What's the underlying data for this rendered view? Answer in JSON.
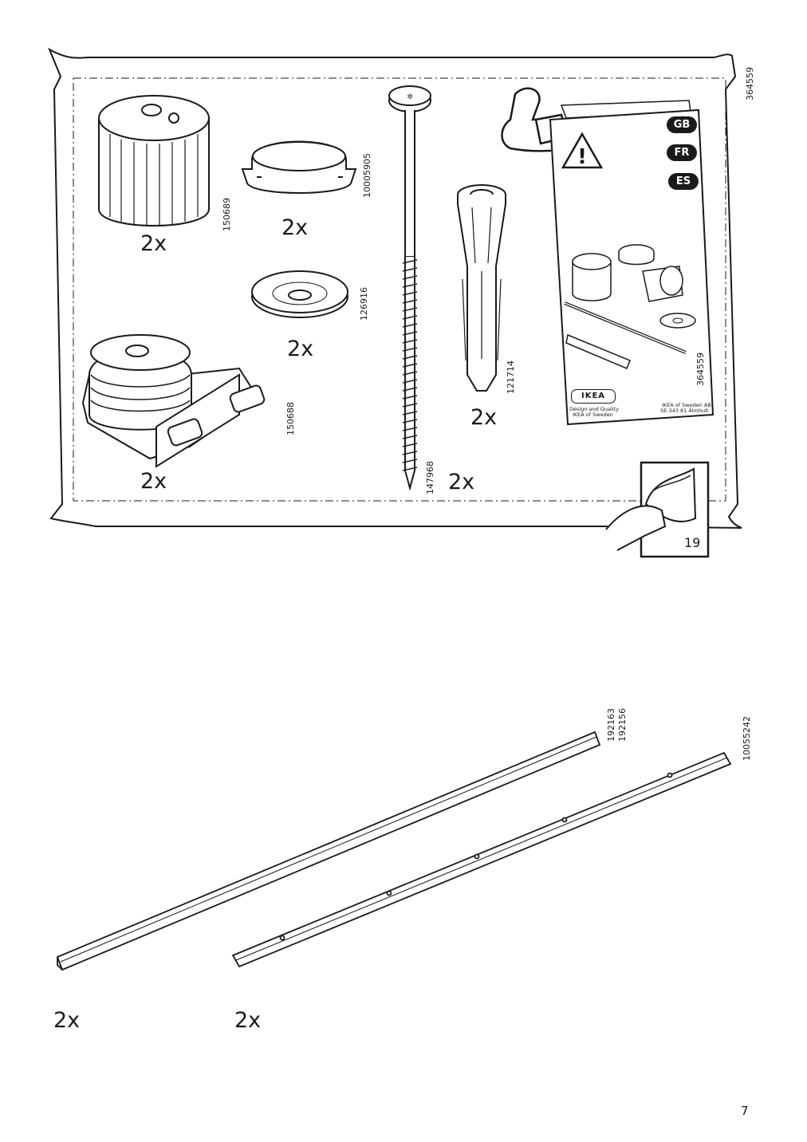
{
  "bag": {
    "items": [
      {
        "qty": "2x",
        "code": "150689"
      },
      {
        "qty": "2x",
        "code": "10005905"
      },
      {
        "qty": "2x",
        "code": "126916"
      },
      {
        "qty": "2x",
        "code": "150688"
      },
      {
        "qty": "2x",
        "code": "147968"
      },
      {
        "qty": "2x",
        "code": "121714"
      }
    ],
    "bag_code": "364559"
  },
  "leaflet": {
    "languages": [
      "GB",
      "FR",
      "ES"
    ],
    "code": "364559",
    "brand": "IKEA",
    "design_line1": "Design and Quality",
    "design_line2": "IKEA of Sweden",
    "address_line1": "IKEA of Sweden AB",
    "address_line2": "SE-343 81 Älmhult"
  },
  "page_ref": "19",
  "rails": [
    {
      "qty": "2x",
      "codes": [
        "192163",
        "192156"
      ]
    },
    {
      "qty": "2x",
      "codes": [
        "10055242"
      ]
    }
  ],
  "page_number": "7"
}
